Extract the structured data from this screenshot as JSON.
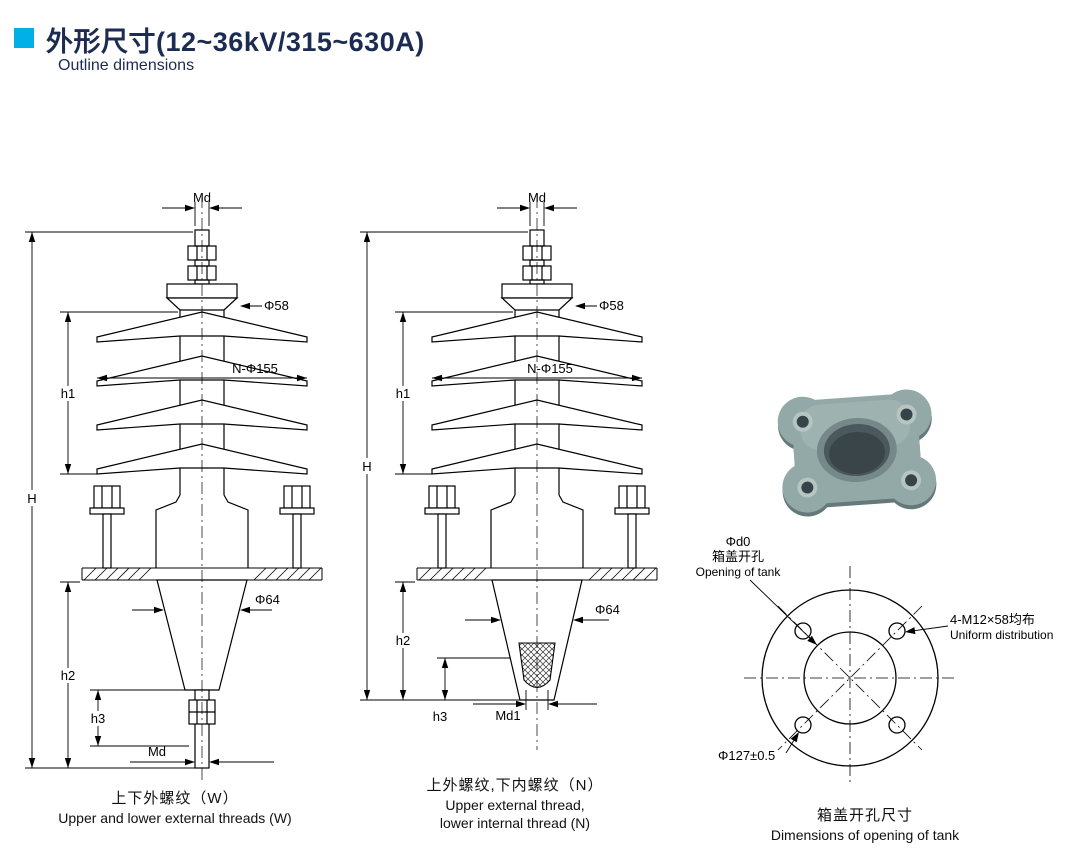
{
  "header": {
    "title": "外形尺寸(12~36kV/315~630A)",
    "subtitle": "Outline dimensions",
    "accent_color": "#00b0e6"
  },
  "figure_w": {
    "dims": {
      "md_top": "Md",
      "d58": "Φ58",
      "n155": "N-Φ155",
      "h1": "h1",
      "H": "H",
      "d64": "Φ64",
      "h2": "h2",
      "h3": "h3",
      "md_bottom": "Md"
    },
    "caption_zh": "上下外螺纹（W）",
    "caption_en": "Upper and lower external threads (W)"
  },
  "figure_n": {
    "dims": {
      "md_top": "Md",
      "d58": "Φ58",
      "n155": "N-Φ155",
      "h1": "h1",
      "H": "H",
      "d64": "Φ64",
      "h2": "h2",
      "h3": "h3",
      "md1": "Md1"
    },
    "caption_zh": "上外螺纹,下内螺纹（N）",
    "caption_en_line1": "Upper external thread,",
    "caption_en_line2": "lower internal thread (N)"
  },
  "figure_tank": {
    "labels": {
      "d0": "Φd0",
      "opening_zh": "箱盖开孔",
      "opening_en": "Opening of tank",
      "bolt_spec": "4-M12×58均布",
      "bolt_spec_en": "Uniform distribution",
      "bolt_circle": "Φ127±0.5"
    },
    "caption_zh": "箱盖开孔尺寸",
    "caption_en": "Dimensions of opening of tank"
  },
  "colors": {
    "line": "#000000",
    "flange_body": "#93a9a7",
    "flange_shadow": "#66797a",
    "flange_hole": "#36444a"
  }
}
